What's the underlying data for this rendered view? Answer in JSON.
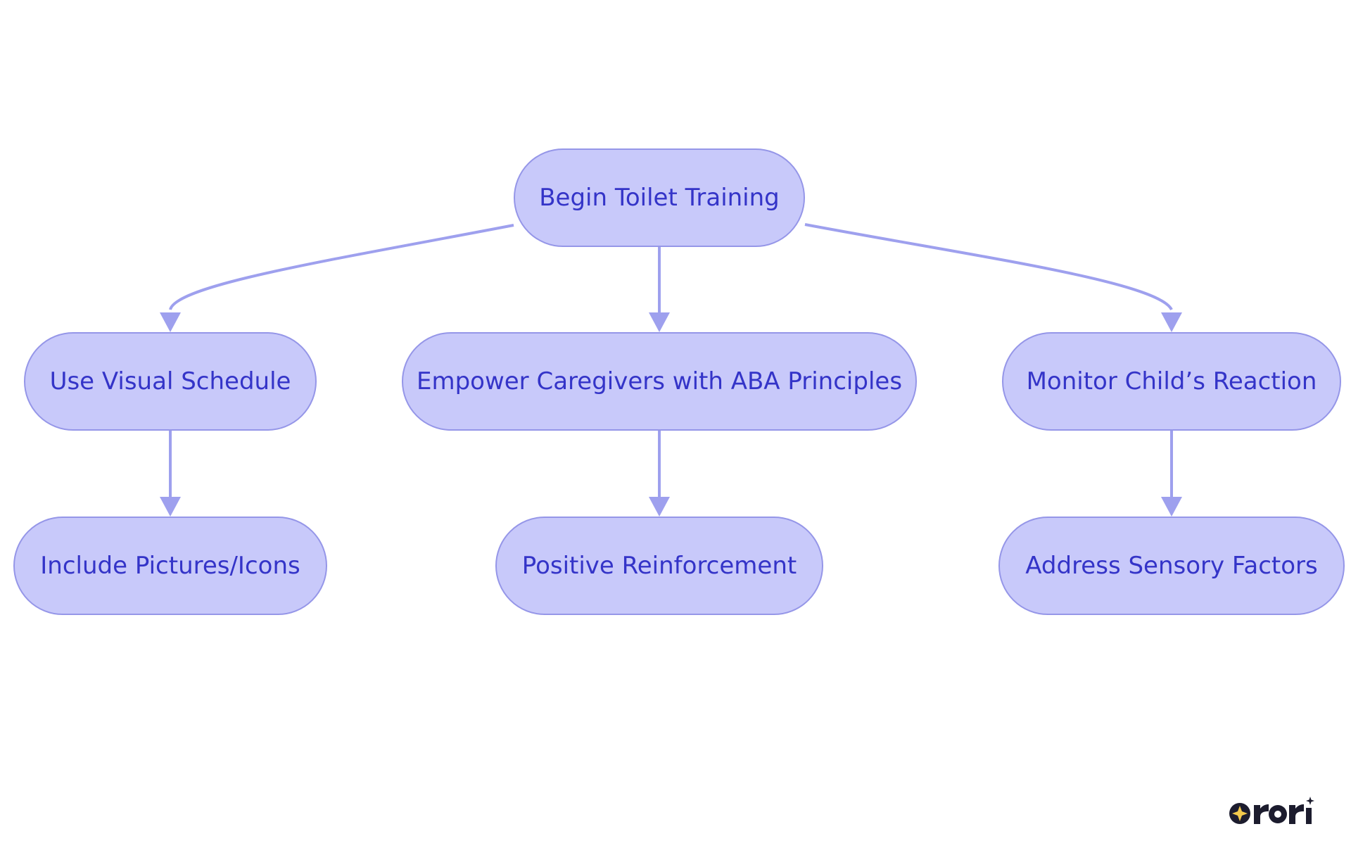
{
  "diagram": {
    "nodes": [
      {
        "id": "begin",
        "label": "Begin Toilet Training"
      },
      {
        "id": "visual",
        "label": "Use Visual Schedule"
      },
      {
        "id": "empower",
        "label": "Empower Caregivers with ABA Principles"
      },
      {
        "id": "monitor",
        "label": "Monitor Child’s Reaction"
      },
      {
        "id": "pictures",
        "label": "Include Pictures/Icons"
      },
      {
        "id": "reinforce",
        "label": "Positive Reinforcement"
      },
      {
        "id": "sensory",
        "label": "Address Sensory Factors"
      }
    ],
    "edges": [
      {
        "from": "begin",
        "to": "visual"
      },
      {
        "from": "begin",
        "to": "empower"
      },
      {
        "from": "begin",
        "to": "monitor"
      },
      {
        "from": "visual",
        "to": "pictures"
      },
      {
        "from": "empower",
        "to": "reinforce"
      },
      {
        "from": "monitor",
        "to": "sensory"
      }
    ]
  },
  "branding": {
    "logo_text": "rori",
    "icon": "sparkle-icon"
  },
  "colors": {
    "node_fill": "#c8c9fa",
    "node_stroke": "#9596e8",
    "node_text": "#3434c8",
    "edge": "#9ea0ee",
    "logo": "#1c1c2e",
    "logo_accent": "#f2c94c"
  }
}
